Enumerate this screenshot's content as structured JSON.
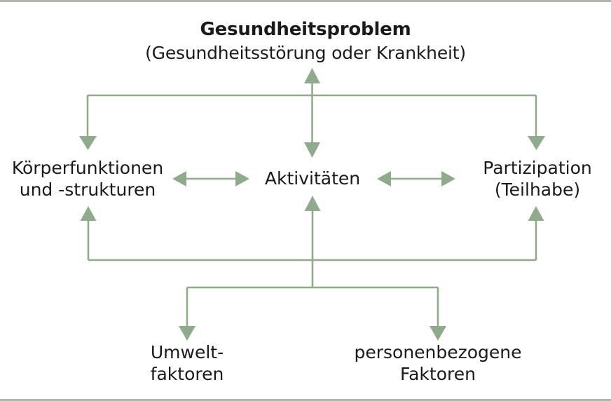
{
  "diagram": {
    "type": "icf-biopsychosocial-model",
    "language": "de",
    "accent_color": "#8fab8c",
    "text_color": "#1a1a1a",
    "background_color": "#ffffff",
    "border_color": "#b0b2ab",
    "title": {
      "main": "Gesundheitsproblem",
      "sub": "(Gesundheitsstörung oder Krankheit)"
    },
    "nodes": [
      {
        "id": "health-problem",
        "label": "Gesundheitsproblem\n(Gesundheitsstörung oder Krankheit)",
        "row": "top"
      },
      {
        "id": "body-functions",
        "label": "Körperfunktionen\nund -strukturen",
        "row": "middle"
      },
      {
        "id": "activities",
        "label": "Aktivitäten",
        "row": "middle"
      },
      {
        "id": "participation",
        "label": "Partizipation\n(Teilhabe)",
        "row": "middle"
      },
      {
        "id": "environmental-factors",
        "label": "Umwelt-\nfaktoren",
        "row": "bottom"
      },
      {
        "id": "personal-factors",
        "label": "personenbezogene\nFaktoren",
        "row": "bottom"
      }
    ],
    "node_labels": {
      "health_problem_main": "Gesundheitsproblem",
      "health_problem_sub": "(Gesundheitsstörung oder Krankheit)",
      "body_functions": "Körperfunktionen\nund -strukturen",
      "activities": "Aktivitäten",
      "participation": "Partizipation\n(Teilhabe)",
      "environmental_factors": "Umwelt-\nfaktoren",
      "personal_factors": "personenbezogene\nFaktoren"
    },
    "edges": [
      {
        "from": "health-problem",
        "to": "body-functions",
        "style": "elbow",
        "direction": "down"
      },
      {
        "from": "health-problem",
        "to": "activities",
        "style": "straight",
        "direction": "both"
      },
      {
        "from": "health-problem",
        "to": "participation",
        "style": "elbow",
        "direction": "down"
      },
      {
        "from": "body-functions",
        "to": "activities",
        "style": "straight",
        "direction": "both"
      },
      {
        "from": "activities",
        "to": "participation",
        "style": "straight",
        "direction": "both"
      },
      {
        "from": "environmental-factors",
        "to": "body-functions",
        "style": "elbow",
        "direction": "up"
      },
      {
        "from": "environmental-factors",
        "to": "activities",
        "style": "straight",
        "direction": "up"
      },
      {
        "from": "environmental-factors",
        "to": "participation",
        "style": "elbow",
        "direction": "up"
      },
      {
        "from": "bottom-bus",
        "to": "environmental-factors",
        "style": "elbow",
        "direction": "down"
      },
      {
        "from": "bottom-bus",
        "to": "personal-factors",
        "style": "elbow",
        "direction": "down"
      }
    ]
  }
}
